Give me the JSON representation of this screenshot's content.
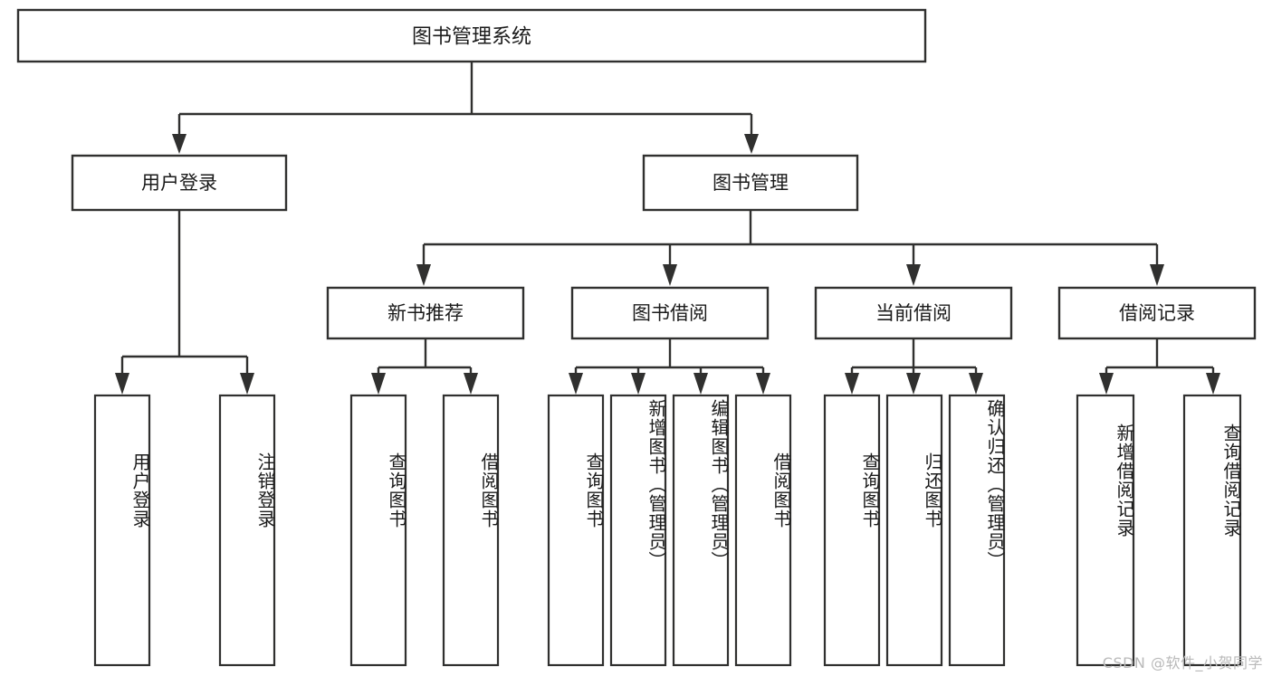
{
  "diagram": {
    "type": "tree",
    "title": "图书管理系统",
    "watermark": "CSDN @软件_小贺同学",
    "colors": {
      "stroke": "#30302f",
      "fill": "#ffffff",
      "text": "#1b1b1b",
      "watermark": "#b9b9b9",
      "background": "#ffffff"
    },
    "root": {
      "label": "图书管理系统",
      "level": 0
    },
    "level1": [
      {
        "label": "用户登录"
      },
      {
        "label": "图书管理"
      }
    ],
    "level2": [
      {
        "label": "新书推荐",
        "parent": "图书管理"
      },
      {
        "label": "图书借阅",
        "parent": "图书管理"
      },
      {
        "label": "当前借阅",
        "parent": "图书管理"
      },
      {
        "label": "借阅记录",
        "parent": "图书管理"
      }
    ],
    "groups": [
      {
        "parent": "用户登录",
        "leaves": [
          {
            "label": "用户登录"
          },
          {
            "label": "注销登录"
          }
        ]
      },
      {
        "parent": "新书推荐",
        "leaves": [
          {
            "label": "查询图书"
          },
          {
            "label": "借阅图书"
          }
        ]
      },
      {
        "parent": "图书借阅",
        "leaves": [
          {
            "label": "查询图书"
          },
          {
            "label": "新增图书（管理员）"
          },
          {
            "label": "编辑图书（管理员）"
          },
          {
            "label": "借阅图书"
          }
        ]
      },
      {
        "parent": "当前借阅",
        "leaves": [
          {
            "label": "查询图书"
          },
          {
            "label": "归还图书"
          },
          {
            "label": "确认归还（管理员）"
          }
        ]
      },
      {
        "parent": "借阅记录",
        "leaves": [
          {
            "label": "新增借阅记录"
          },
          {
            "label": "查询借阅记录"
          }
        ]
      }
    ]
  }
}
